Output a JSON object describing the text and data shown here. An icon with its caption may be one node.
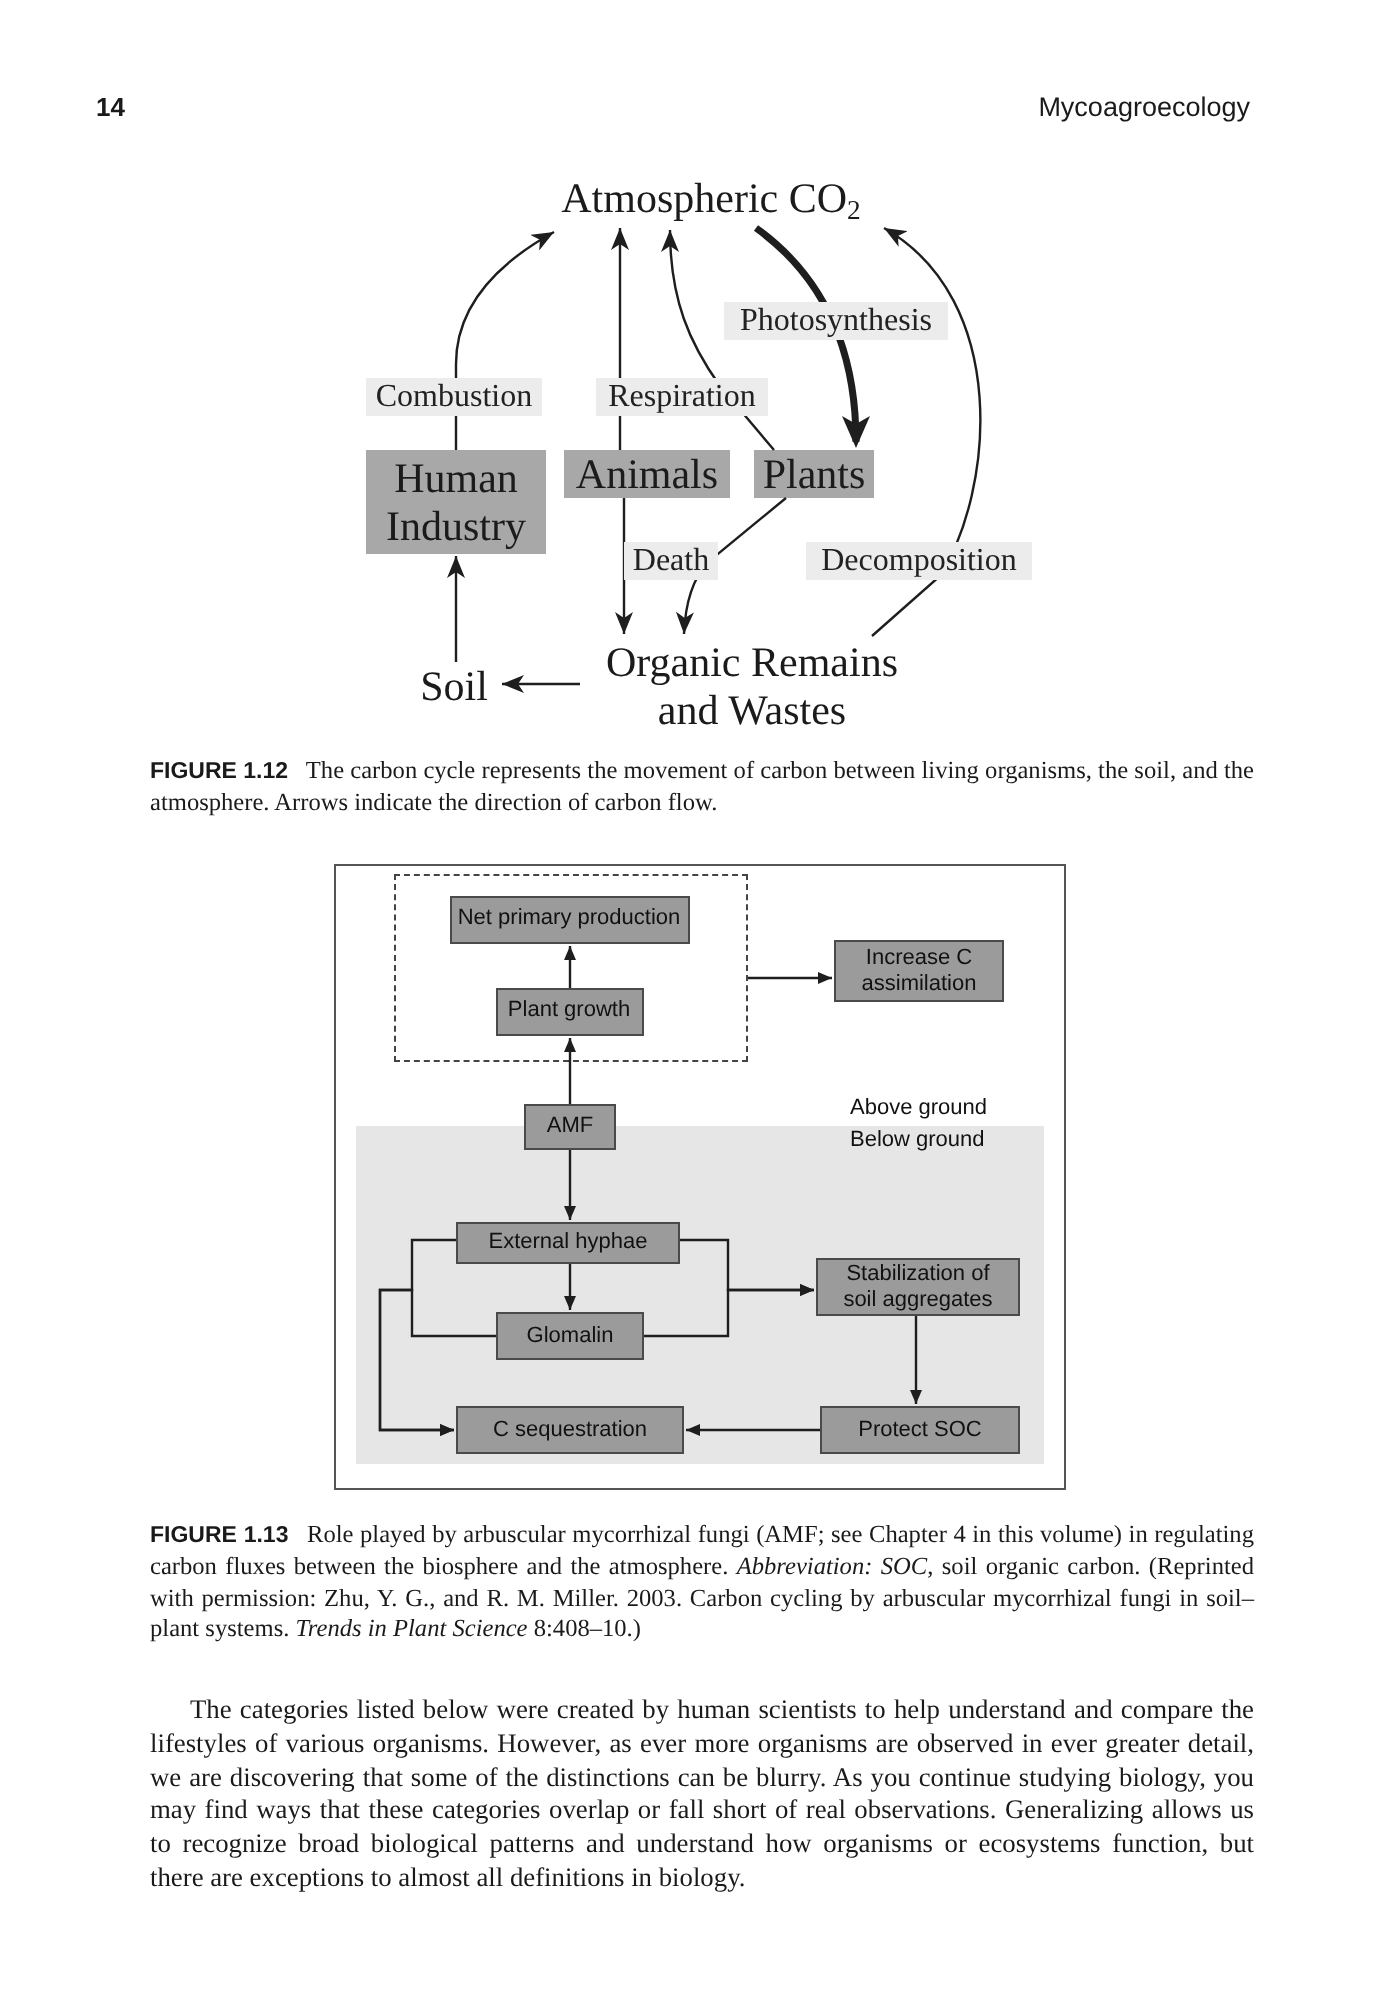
{
  "diagram": {
    "nodes": [
      {
        "text": [
          "Atmospheric CO$_{2}$"
        ]
      },
      {
        "text": [
          "Human Industry"
        ]
      },
      {
        "text": [
          "Animals"
        ]
      },
      {
        "text": [
          "Plants"
        ]
      },
      {
        "text": [
          "Soil"
        ]
      },
      {
        "text": [
          "Organic Remains and Wastes"
        ]
      },
      {
        "text": [],
        "shape": "box"
      },
      {
        "text": [
          "Net primary production"
        ],
        "in": 6
      },
      {
        "text": [
          "Plant growth"
        ],
        "in": 6
      },
      {
        "text": [
          "Increase C assimilation"
        ]
      },
      {
        "text": [
          "AMF"
        ]
      },
      {
        "text": [
          "Below ground"
        ]
      },
      {
        "text": [
          "External hyphae"
        ],
        "in": 11
      },
      {
        "text": [
          "Stabilization of soil aggregates"
        ],
        "in": 11
      },
      {
        "text": [
          "Glomalin"
        ],
        "in": 11
      },
      {
        "text": [
          "C sequestration"
        ],
        "in": 11
      },
      {
        "text": [
          "Protect SOC"
        ],
        "in": 11
      }
    ],
    "edges": [
      {
        "from": 1,
        "to": 0,
        "arrow": "to",
        "label": "Combustion"
      },
      {
        "from": 2,
        "to": 0,
        "arrow": "to",
        "label": "Respiration"
      },
      {
        "from": 3,
        "to": 0,
        "arrow": "to"
      },
      {
        "from": 0,
        "to": 3,
        "arrow": "to",
        "label": "Photosynthesis",
        "style": "thick"
      },
      {
        "from": 2,
        "to": 5,
        "arrow": "to",
        "label": "Death"
      },
      {
        "from": 3,
        "to": 5,
        "arrow": "to"
      },
      {
        "from": 5,
        "to": 0,
        "arrow": "to",
        "label": "Decomposition"
      },
      {
        "from": 5,
        "to": 4,
        "arrow": "to"
      },
      {
        "from": 4,
        "to": 1,
        "arrow": "to"
      },
      {
        "from": 8,
        "to": 7,
        "arrow": "to"
      },
      {
        "from": 6,
        "to": 9,
        "arrow": "to"
      },
      {
        "from": 10,
        "to": 8,
        "arrow": "to"
      },
      {
        "from": 10,
        "to": 12,
        "arrow": "to"
      },
      {
        "from": 12,
        "to": 14,
        "arrow": "to"
      },
      {
        "from": 12,
        "to": 13,
        "arrow": "to"
      },
      {
        "from": 14,
        "to": 13,
        "arrow": "to"
      },
      {
        "from": 12,
        "to": 15,
        "arrow": "to"
      },
      {
        "from": 14,
        "to": 15,
        "arrow": "to"
      },
      {
        "from": 13,
        "to": 16,
        "arrow": "to"
      },
      {
        "from": 16,
        "to": 15,
        "arrow": "to"
      }
    ],
    "labels": [
      "14",
      "Mycoagroecology",
      "**FIGURE 1.12** The carbon cycle represents the movement of carbon between living organisms, the soil, and the atmosphere. Arrows indicate the direction of carbon flow.",
      "Above ground",
      "**FIGURE 1.13** Role played by arbuscular mycorrhizal fungi (AMF; see Chapter 4 in this volume) in regulating carbon fluxes between the biosphere and the atmosphere. *Abbreviation: SOC*, soil organic carbon. (Reprinted with permission: Zhu, Y. G., and R. M. Miller. 2003. Carbon cycling by arbuscular mycorrhizal fungi in soil–plant systems. *Trends in Plant Science* 8:408–10.)",
      "The categories listed below were created by human scientists to help understand and compare the lifestyles of various organisms. However, as ever more organisms are observed in ever greater detail, we are discovering that some of the distinctions can be blurry. As you continue studying biology, you may find ways that these categories overlap or fall short of real observations. Generalizing allows us to recognize broad biological patterns and understand how organisms or ecosystems function, but there are exceptions to almost all definitions in biology."
    ]
  }
}
